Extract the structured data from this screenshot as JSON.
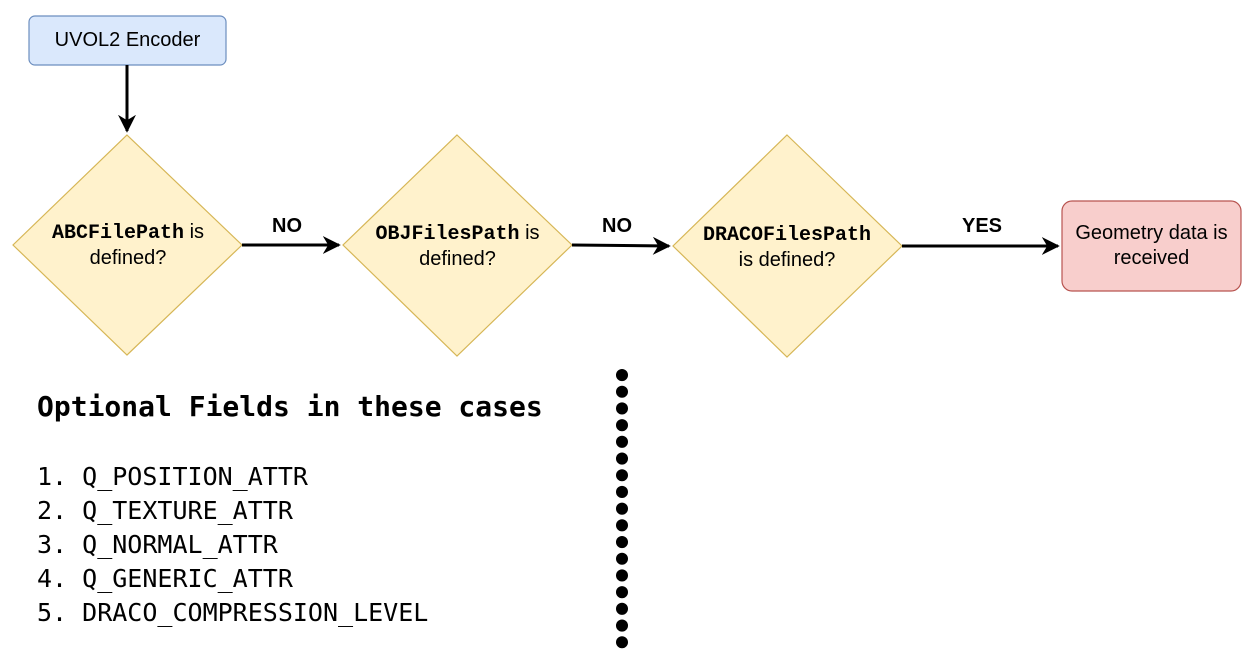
{
  "start": {
    "label": "UVOL2 Encoder"
  },
  "decisions": [
    {
      "code": "ABCFilePath",
      "line1_suffix": " is",
      "line2": "defined?"
    },
    {
      "code": "OBJFilesPath",
      "line1_suffix": " is",
      "line2": "defined?"
    },
    {
      "code": "DRACOFilesPath",
      "line1_suffix": "",
      "line2": "is defined?"
    }
  ],
  "edges": [
    {
      "label": "NO"
    },
    {
      "label": "NO"
    },
    {
      "label": "YES"
    }
  ],
  "result": {
    "label": "Geometry data is received"
  },
  "notes": {
    "title": "Optional Fields in these cases",
    "items": [
      "1. Q_POSITION_ATTR",
      "2. Q_TEXTURE_ATTR",
      "3. Q_NORMAL_ATTR",
      "4. Q_GENERIC_ATTR",
      "5. DRACO_COMPRESSION_LEVEL"
    ]
  },
  "colors": {
    "start_fill": "#dae8fc",
    "start_stroke": "#6c8ebf",
    "decision_fill": "#fff2cc",
    "decision_stroke": "#d6b656",
    "result_fill": "#f8cecc",
    "result_stroke": "#b85450",
    "edge": "#000000"
  }
}
